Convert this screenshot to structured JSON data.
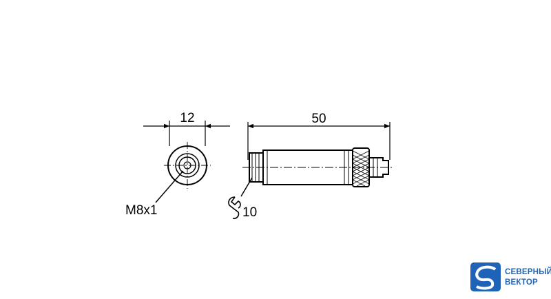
{
  "drawing": {
    "dim_width": "12",
    "dim_length": "50",
    "thread": "M8x1",
    "wrench_size": "10"
  },
  "logo": {
    "line1": "СЕВЕРНЫЙ",
    "line2": "ВЕКТОР",
    "color": "#1e63b8"
  }
}
